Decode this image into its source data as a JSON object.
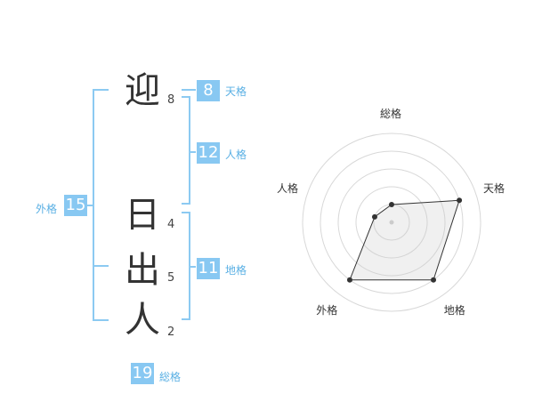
{
  "name": {
    "chars": [
      {
        "char": "迎",
        "strokes": "8"
      },
      {
        "char": "日",
        "strokes": "4"
      },
      {
        "char": "出",
        "strokes": "5"
      },
      {
        "char": "人",
        "strokes": "2"
      }
    ]
  },
  "fortune": {
    "tenkaku": {
      "value": "8",
      "label": "天格"
    },
    "jinkaku": {
      "value": "12",
      "label": "人格"
    },
    "chikaku": {
      "value": "11",
      "label": "地格"
    },
    "gaikaku": {
      "value": "15",
      "label": "外格"
    },
    "soukaku": {
      "value": "19",
      "label": "総格"
    }
  },
  "colors": {
    "accent": "#88c8f2",
    "bracket": "#8ccaf2",
    "label": "#5ab0e4"
  },
  "chart_data": {
    "type": "radar",
    "axes": [
      "総格",
      "天格",
      "地格",
      "外格",
      "人格"
    ],
    "values": [
      1,
      4,
      4,
      4,
      1
    ],
    "max": 5,
    "rings": 5
  }
}
